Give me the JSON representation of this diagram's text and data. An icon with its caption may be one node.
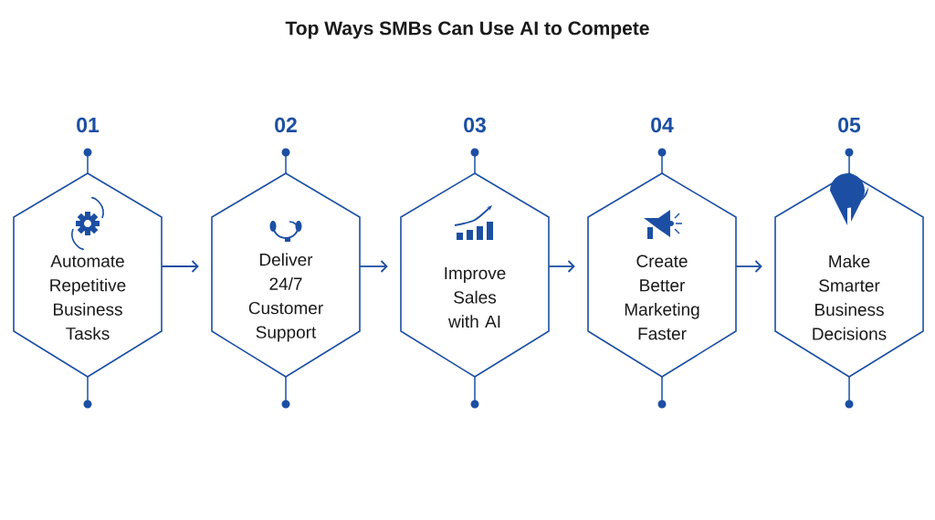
{
  "diagram": {
    "title": "Top Ways SMBs Can Use AI to Compete",
    "nodes": [
      {
        "text": [
          "01",
          "Automate Repetitive Business Tasks"
        ]
      },
      {
        "text": [
          "02",
          "Deliver 24/7 Customer Support"
        ]
      },
      {
        "text": [
          "03",
          "Improve Sales with AI"
        ]
      },
      {
        "text": [
          "04",
          "Create Better Marketing Faster"
        ]
      },
      {
        "text": [
          "05",
          "Make Smarter Business Decisions"
        ]
      }
    ],
    "edges": [
      {
        "from": 0,
        "to": 1,
        "arrow": "to"
      },
      {
        "from": 1,
        "to": 2,
        "arrow": "to"
      },
      {
        "from": 2,
        "to": 3,
        "arrow": "to"
      },
      {
        "from": 3,
        "to": 4,
        "arrow": "to"
      }
    ]
  }
}
